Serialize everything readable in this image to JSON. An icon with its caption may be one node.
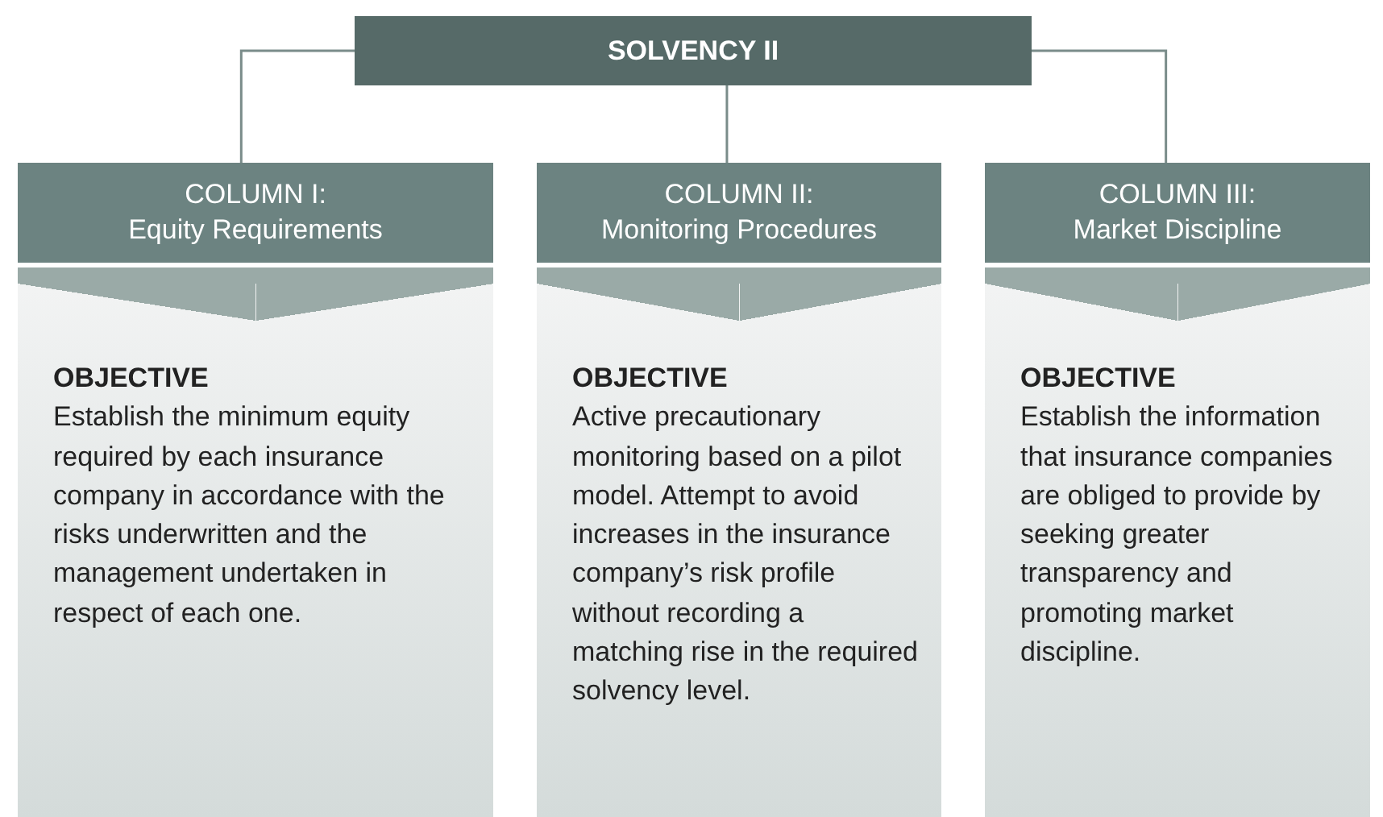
{
  "diagram": {
    "nodes": [
      {
        "text": [
          "SOLVENCY II"
        ]
      },
      {
        "text": [
          "COLUMN I:",
          "Equity Requirements"
        ]
      },
      {
        "text": [
          "OBJECTIVE",
          "Establish the minimum equity required by each insurance company in accordance with the risks underwritten and the management undertaken in respect of each one."
        ]
      },
      {
        "text": [
          "COLUMN II:",
          "Monitoring Procedures"
        ]
      },
      {
        "text": [
          "OBJECTIVE",
          "Active precautionary monitoring based on a pilot model. Attempt to avoid increases in the insurance company’s risk profile without recording a matching rise in the required solvency level."
        ]
      },
      {
        "text": [
          "COLUMN III:",
          "Market Discipline"
        ]
      },
      {
        "text": [
          "OBJECTIVE",
          "Establish the information that insurance companies are obliged to provide by seeking greater transparency and promoting market discipline."
        ]
      }
    ],
    "edges": [
      {
        "from": 0,
        "to": 1,
        "arrow": "none"
      },
      {
        "from": 0,
        "to": 3,
        "arrow": "none"
      },
      {
        "from": 0,
        "to": 5,
        "arrow": "none"
      }
    ]
  }
}
